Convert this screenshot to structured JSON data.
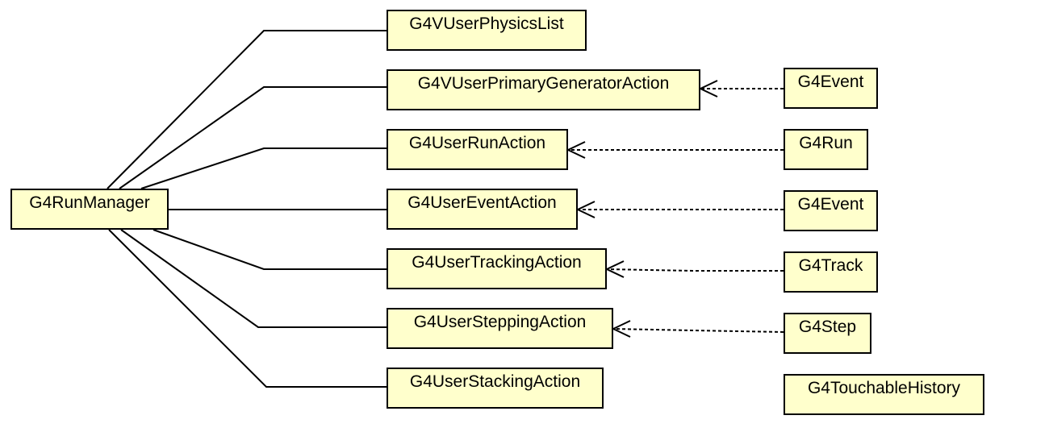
{
  "colors": {
    "box_fill": "#ffffcc",
    "box_border": "#000000",
    "line": "#000000",
    "background": "#ffffff"
  },
  "manager": {
    "label": "G4RunManager"
  },
  "user_classes": [
    {
      "label": "G4VUserPhysicsList"
    },
    {
      "label": "G4VUserPrimaryGeneratorAction"
    },
    {
      "label": "G4UserRunAction"
    },
    {
      "label": "G4UserEventAction"
    },
    {
      "label": "G4UserTrackingAction"
    },
    {
      "label": "G4UserSteppingAction"
    },
    {
      "label": "G4UserStackingAction"
    }
  ],
  "data_classes": [
    {
      "label": "G4Event"
    },
    {
      "label": "G4Run"
    },
    {
      "label": "G4Event"
    },
    {
      "label": "G4Track"
    },
    {
      "label": "G4Step"
    },
    {
      "label": "G4TouchableHistory"
    }
  ],
  "associations": [
    {
      "from": "G4RunManager",
      "to": "G4VUserPhysicsList",
      "style": "solid"
    },
    {
      "from": "G4RunManager",
      "to": "G4VUserPrimaryGeneratorAction",
      "style": "solid"
    },
    {
      "from": "G4RunManager",
      "to": "G4UserRunAction",
      "style": "solid"
    },
    {
      "from": "G4RunManager",
      "to": "G4UserEventAction",
      "style": "solid"
    },
    {
      "from": "G4RunManager",
      "to": "G4UserTrackingAction",
      "style": "solid"
    },
    {
      "from": "G4RunManager",
      "to": "G4UserSteppingAction",
      "style": "solid"
    },
    {
      "from": "G4RunManager",
      "to": "G4UserStackingAction",
      "style": "solid"
    }
  ],
  "dependencies": [
    {
      "from": "G4Event",
      "to": "G4VUserPrimaryGeneratorAction",
      "style": "dashed-arrow"
    },
    {
      "from": "G4Run",
      "to": "G4UserRunAction",
      "style": "dashed-arrow"
    },
    {
      "from": "G4Event",
      "to": "G4UserEventAction",
      "style": "dashed-arrow"
    },
    {
      "from": "G4Track",
      "to": "G4UserTrackingAction",
      "style": "dashed-arrow"
    },
    {
      "from": "G4Step",
      "to": "G4UserSteppingAction",
      "style": "dashed-arrow"
    }
  ]
}
